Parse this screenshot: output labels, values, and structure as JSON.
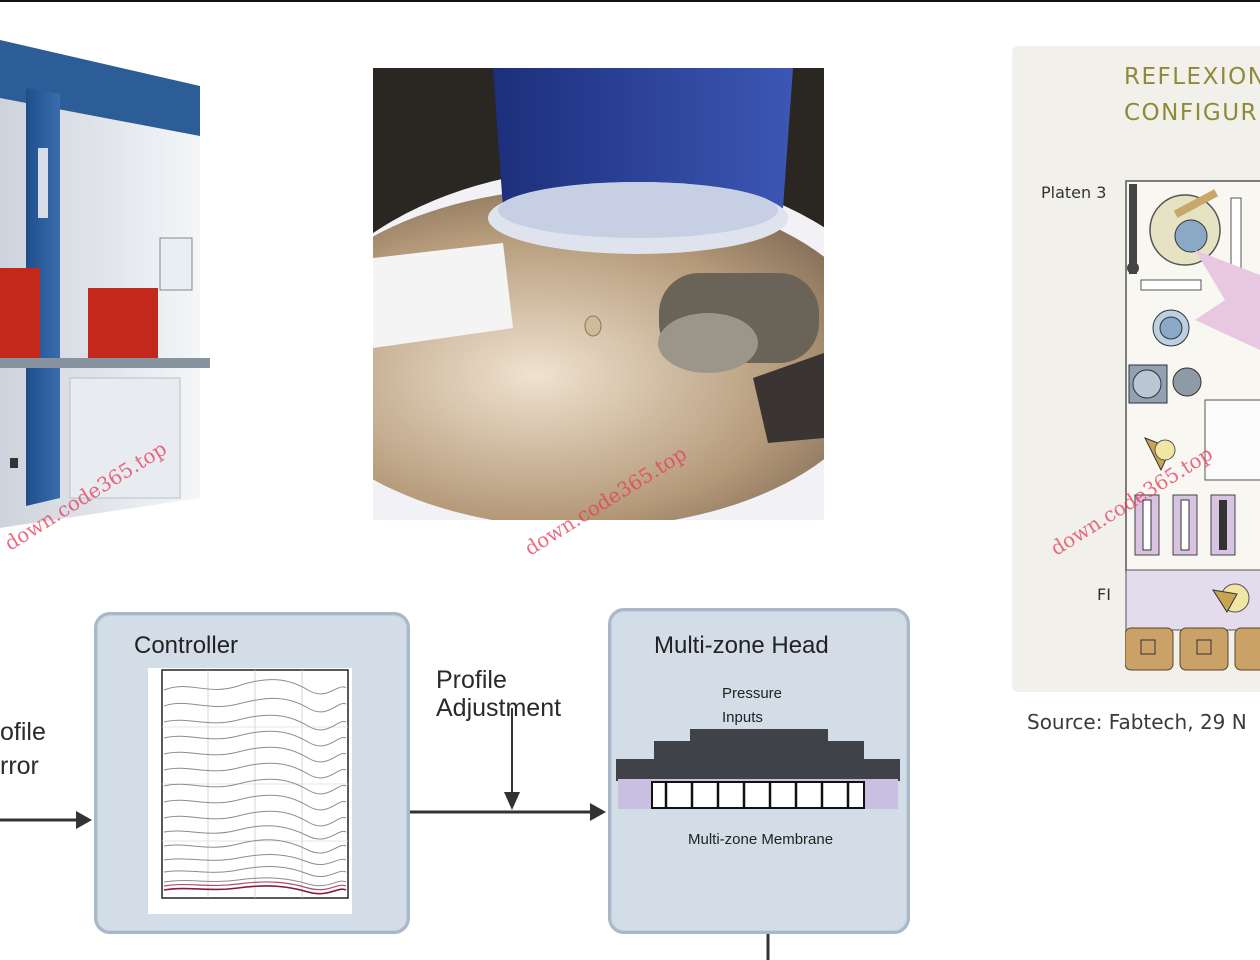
{
  "reflexion": {
    "title_line1": "REFLEXION",
    "title_line2": "CONFIGUR",
    "label_platen": "Platen 3",
    "label_fi": "FI"
  },
  "source_text": "Source: Fabtech, 29 N",
  "diagram": {
    "left_label_line1": "ofile",
    "left_label_line2": "rror",
    "controller_title": "Controller",
    "profile_adjustment_line1": "Profile",
    "profile_adjustment_line2": "Adjustment",
    "head_title": "Multi-zone Head",
    "pressure_line1": "Pressure",
    "pressure_line2": "Inputs",
    "membrane_label": "Multi-zone Membrane"
  },
  "watermark": "down.code365.top",
  "colors": {
    "box_fill": "#d3dde8",
    "box_border": "#a9b8c8",
    "reflexion_title": "#8f8a3a",
    "watermark": "#e63c5a"
  }
}
